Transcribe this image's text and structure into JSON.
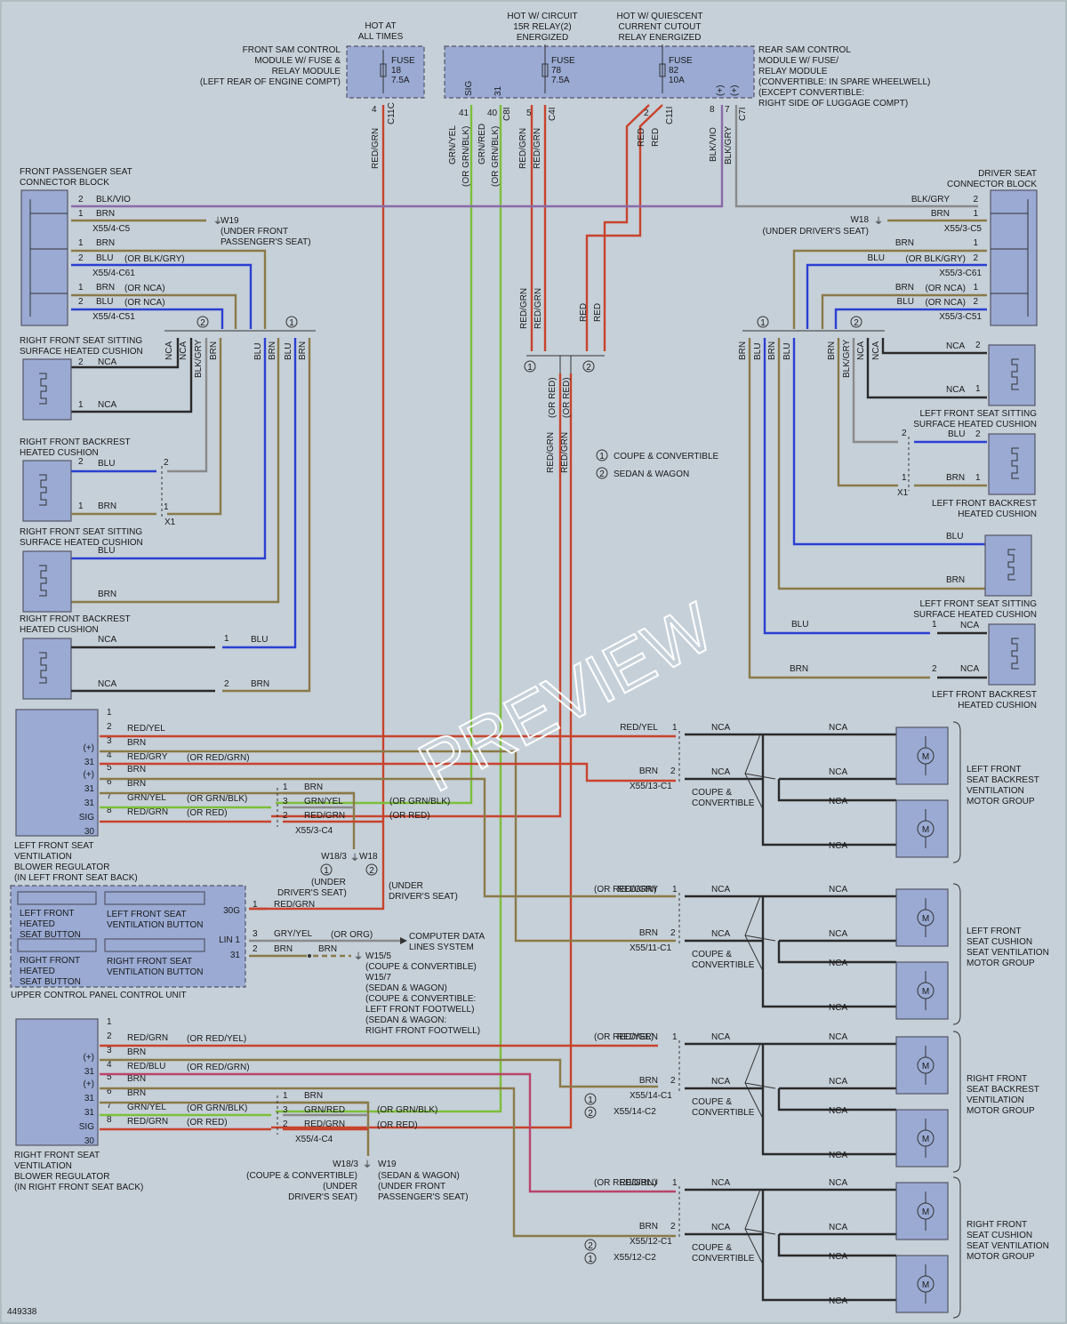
{
  "modules": {
    "front_sam": [
      "FRONT SAM CONTROL",
      "MODULE W/ FUSE &",
      "RELAY MODULE",
      "(LEFT REAR OF ENGINE COMPT)"
    ],
    "rear_sam": [
      "REAR SAM CONTROL",
      "MODULE W/ FUSE/",
      "RELAY MODULE",
      "(CONVERTIBLE: IN SPARE WHEELWELL)",
      "(EXCEPT CONVERTIBLE:",
      "RIGHT SIDE OF LUGGAGE COMPT)"
    ],
    "hot_all": [
      "HOT AT",
      "ALL TIMES"
    ],
    "hot_15r": [
      "HOT W/ CIRCUIT",
      "15R RELAY(2)",
      "ENERGIZED"
    ],
    "hot_quiescent": [
      "HOT W/ QUIESCENT",
      "CURRENT CUTOUT",
      "RELAY ENERGIZED"
    ],
    "fuse18": [
      "FUSE",
      "18",
      "7.5A"
    ],
    "fuse78": [
      "FUSE",
      "78",
      "7.5A"
    ],
    "fuse82": [
      "FUSE",
      "82",
      "10A"
    ],
    "pins_top": [
      "4",
      "41",
      "40",
      "5",
      "2",
      "8",
      "7"
    ],
    "pin_labels": [
      "SIG",
      "31",
      "(+)",
      "(+)"
    ],
    "connectors_top": [
      "C11C",
      "C8I",
      "C4I",
      "C11I",
      "C7I"
    ]
  },
  "wire_colors_top": [
    "RED/GRN",
    "GRN/YEL",
    "(OR GRN/BLK)",
    "GRN/RED",
    "(OR GRN/BLK)",
    "RED/GRN",
    "RED/GRN",
    "RED",
    "RED",
    "BLK/VIO",
    "BLK/GRY"
  ],
  "left_block": {
    "title": [
      "FRONT PASSENGER SEAT",
      "CONNECTOR BLOCK"
    ],
    "rows": [
      [
        "2",
        "BLK/VIO",
        ""
      ],
      [
        "1",
        "BRN",
        ""
      ],
      [
        "1",
        "BRN",
        ""
      ],
      [
        "2",
        "BLU",
        "(OR BLK/GRY)"
      ],
      [
        "1",
        "BRN",
        "(OR NCA)"
      ],
      [
        "2",
        "BLU",
        "(OR NCA)"
      ]
    ],
    "conn1": "X55/4-C5",
    "conn2": "X55/4-C61",
    "conn3": "X55/4-C51",
    "ground": [
      "W19",
      "(UNDER FRONT",
      "PASSENGER'S SEAT)"
    ]
  },
  "right_block": {
    "title": [
      "DRIVER SEAT",
      "CONNECTOR BLOCK"
    ],
    "rows": [
      [
        "2",
        "BLK/GRY",
        ""
      ],
      [
        "1",
        "BRN",
        ""
      ],
      [
        "1",
        "BRN",
        ""
      ],
      [
        "2",
        "BLU",
        "(OR BLK/GRY)"
      ],
      [
        "1",
        "BRN",
        "(OR NCA)"
      ],
      [
        "2",
        "BLU",
        "(OR NCA)"
      ]
    ],
    "conn1": "X55/3-C5",
    "conn2": "X55/3-C61",
    "conn3": "X55/3-C51",
    "ground": [
      "W18",
      "(UNDER DRIVER'S SEAT)"
    ]
  },
  "left_cushions": [
    {
      "title": [
        "RIGHT FRONT SEAT SITTING",
        "SURFACE HEATED CUSHION"
      ],
      "w1": "NCA",
      "w2": "NCA",
      "p1": "2",
      "p2": "1"
    },
    {
      "title": [
        "RIGHT FRONT BACKREST",
        "HEATED CUSHION"
      ],
      "w1": "BLU",
      "w2": "BRN",
      "p1": "2",
      "p2": "1",
      "x": "X1"
    },
    {
      "title": [
        "RIGHT FRONT SEAT SITTING",
        "SURFACE HEATED CUSHION"
      ],
      "w1": "BLU",
      "w2": "BRN"
    },
    {
      "title": [
        "RIGHT FRONT BACKREST",
        "HEATED CUSHION"
      ],
      "w1": "NCA",
      "w2": "NCA",
      "w1b": "BLU",
      "w2b": "BRN",
      "p1": "1",
      "p2": "2"
    }
  ],
  "right_cushions": [
    {
      "title": [
        "LEFT FRONT SEAT SITTING",
        "SURFACE HEATED CUSHION"
      ],
      "w1": "NCA",
      "w2": "NCA",
      "p1": "2",
      "p2": "1"
    },
    {
      "title": [
        "LEFT FRONT BACKREST",
        "HEATED CUSHION"
      ],
      "w1": "BLU",
      "w2": "BRN",
      "p1": "2",
      "p2": "1",
      "x": "X1"
    },
    {
      "title": [
        "LEFT FRONT SEAT SITTING",
        "SURFACE HEATED CUSHION"
      ],
      "w1": "BLU",
      "w2": "BRN"
    },
    {
      "title": [
        "LEFT FRONT BACKREST",
        "HEATED CUSHION"
      ],
      "w1": "NCA",
      "w2": "NCA",
      "w1b": "BLU",
      "w2b": "BRN",
      "p1": "1",
      "p2": "2"
    }
  ],
  "vertical_wire_labels": {
    "left": [
      "NCA",
      "NCA",
      "BLK/GRY",
      "BRN",
      "BLU",
      "BRN",
      "BLU",
      "BRN"
    ],
    "right": [
      "BRN",
      "BLU",
      "BRN",
      "BLU",
      "BRN",
      "BLK/GRY",
      "NCA",
      "NCA"
    ],
    "center": [
      "RED/GRN",
      "RED/GRN",
      "RED",
      "RED",
      "(OR RED)",
      "(OR RED)",
      "RED/GRN",
      "RED/GRN"
    ]
  },
  "legend": [
    "COUPE & CONVERTIBLE",
    "SEDAN & WAGON"
  ],
  "circle_marks": [
    "1",
    "2"
  ],
  "lf_regulator": {
    "title": [
      "LEFT FRONT SEAT",
      "VENTILATION",
      "BLOWER REGULATOR",
      "(IN LEFT FRONT SEAT BACK)"
    ],
    "pins": [
      [
        "1",
        "",
        "",
        ""
      ],
      [
        "2",
        "",
        "RED/YEL",
        ""
      ],
      [
        "3",
        "(+)",
        "BRN",
        ""
      ],
      [
        "4",
        "31",
        "RED/GRY",
        "(OR RED/GRN)"
      ],
      [
        "5",
        "(+)",
        "BRN",
        ""
      ],
      [
        "6",
        "31",
        "BRN",
        ""
      ],
      [
        "7",
        "31",
        "GRN/YEL",
        "(OR GRN/BLK)"
      ],
      [
        "8",
        "SIG",
        "RED/GRN",
        "(OR RED)"
      ],
      [
        "",
        "30",
        "",
        ""
      ]
    ],
    "x55": [
      "1",
      "BRN",
      "3",
      "GRN/YEL",
      "2",
      "RED/GRN"
    ],
    "x55_conn": "X55/3-C4",
    "far": [
      "(OR GRN/BLK)",
      "(OR RED)"
    ]
  },
  "rf_regulator": {
    "title": [
      "RIGHT FRONT SEAT",
      "VENTILATION",
      "BLOWER REGULATOR",
      "(IN RIGHT FRONT SEAT BACK)"
    ],
    "pins": [
      [
        "1",
        "",
        "",
        ""
      ],
      [
        "2",
        "",
        "RED/GRN",
        "(OR RED/YEL)"
      ],
      [
        "3",
        "(+)",
        "BRN",
        ""
      ],
      [
        "4",
        "31",
        "RED/BLU",
        "(OR RED/GRN)"
      ],
      [
        "5",
        "(+)",
        "BRN",
        ""
      ],
      [
        "6",
        "31",
        "BRN",
        ""
      ],
      [
        "7",
        "31",
        "GRN/YEL",
        "(OR GRN/BLK)"
      ],
      [
        "8",
        "SIG",
        "RED/GRN",
        "(OR RED)"
      ],
      [
        "",
        "30",
        "",
        ""
      ]
    ],
    "x55": [
      "1",
      "BRN",
      "3",
      "GRN/RED",
      "2",
      "RED/GRN"
    ],
    "x55_conn": "X55/4-C4",
    "far": [
      "(OR GRN/BLK)",
      "(OR RED)"
    ]
  },
  "ground_w18": [
    "W18/3",
    "W18",
    "(UNDER",
    "DRIVER'S SEAT)",
    "(UNDER",
    "DRIVER'S SEAT)"
  ],
  "ground_w19": [
    "W18/3",
    "W19",
    "(COUPE & CONVERTIBLE)",
    "(UNDER",
    "DRIVER'S SEAT)",
    "(SEDAN & WAGON)",
    "(UNDER FRONT",
    "PASSENGER'S SEAT)"
  ],
  "control_unit": {
    "title": "UPPER CONTROL PANEL CONTROL UNIT",
    "buttons": [
      [
        "LEFT FRONT",
        "HEATED",
        "SEAT BUTTON"
      ],
      [
        "LEFT FRONT SEAT",
        "VENTILATION BUTTON"
      ],
      [
        "RIGHT FRONT",
        "HEATED",
        "SEAT BUTTON"
      ],
      [
        "RIGHT FRONT SEAT",
        "VENTILATION BUTTON"
      ]
    ],
    "pins": [
      "30G",
      "1",
      "RED/GRN",
      "LIN 1",
      "3",
      "GRY/YEL",
      "(OR ORG)",
      "31",
      "2",
      "BRN",
      "BRN"
    ],
    "computer": [
      "COMPUTER DATA",
      "LINES SYSTEM"
    ],
    "ground_note": [
      "W15/5",
      "(COUPE & CONVERTIBLE)",
      "W15/7",
      "(SEDAN & WAGON)",
      "(COUPE & CONVERTIBLE:",
      "LEFT FRONT FOOTWELL)",
      "(SEDAN & WAGON:",
      "RIGHT FRONT FOOTWELL)"
    ]
  },
  "motor_groups": [
    {
      "title": [
        "LEFT FRONT",
        "SEAT BACKREST",
        "VENTILATION",
        "MOTOR GROUP"
      ],
      "w1": "RED/YEL",
      "w1b": "",
      "w2": "BRN",
      "conn": "X55/13-C1",
      "conn2": ""
    },
    {
      "title": [
        "LEFT FRONT",
        "SEAT CUSHION",
        "SEAT VENTILATION",
        "MOTOR GROUP"
      ],
      "w1": "RED/GRY",
      "w1b": "(OR RED/GRN)",
      "w2": "BRN",
      "conn": "X55/11-C1",
      "conn2": ""
    },
    {
      "title": [
        "RIGHT FRONT",
        "SEAT BACKREST",
        "VENTILATION",
        "MOTOR GROUP"
      ],
      "w1": "RED/GRN",
      "w1b": "(OR RED/YEL)",
      "w2": "BRN",
      "conn": "X55/14-C1",
      "conn2": "X55/14-C2"
    },
    {
      "title": [
        "RIGHT FRONT",
        "SEAT CUSHION",
        "SEAT VENTILATION",
        "MOTOR GROUP"
      ],
      "w1": "RED/BLU",
      "w1b": "(OR RED/GRN)",
      "w2": "BRN",
      "conn": "X55/12-C1",
      "conn2": "X55/12-C2"
    }
  ],
  "motor_nca": "NCA",
  "motor_variant": [
    "COUPE &",
    "CONVERTIBLE"
  ],
  "motor_letter": "M",
  "figure_id": "449338",
  "watermark": "PREVIEW"
}
